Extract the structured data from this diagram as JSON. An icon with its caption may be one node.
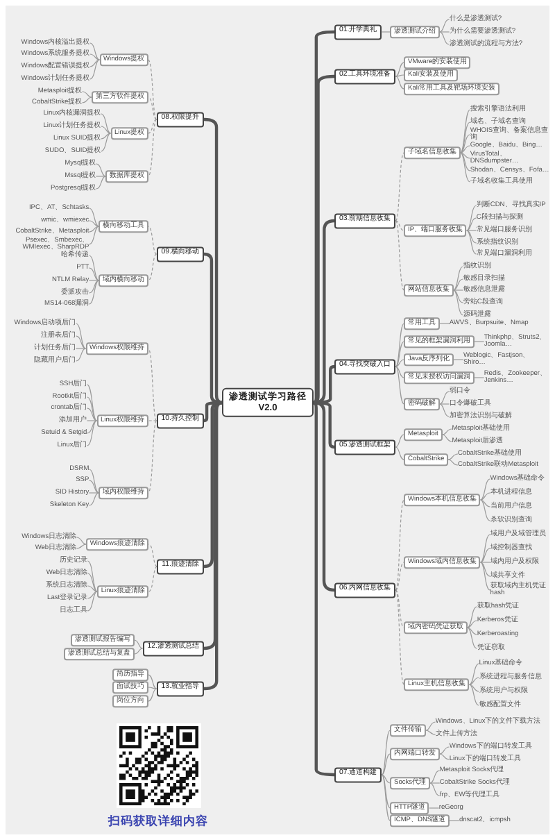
{
  "diagram": {
    "nodes": [
      {
        "text": [
          "渗透测试学习路径",
          "V2.0"
        ]
      },
      {
        "text": [
          "01.开学典礼"
        ]
      },
      {
        "text": [
          "渗透测试介绍"
        ]
      },
      {
        "text": [
          "什么是渗透测试?"
        ]
      },
      {
        "text": [
          "为什么需要渗透测试?"
        ]
      },
      {
        "text": [
          "渗透测试的流程与方法?"
        ]
      },
      {
        "text": [
          "02.工具环境准备"
        ]
      },
      {
        "text": [
          "VMware的安装使用"
        ]
      },
      {
        "text": [
          "Kali安装及使用"
        ]
      },
      {
        "text": [
          "Kali常用工具及靶场环境安装"
        ]
      },
      {
        "text": [
          "03.前期信息收集"
        ]
      },
      {
        "text": [
          "子域名信息收集"
        ]
      },
      {
        "text": [
          "搜索引擎语法利用"
        ]
      },
      {
        "text": [
          "域名、子域名查询"
        ]
      },
      {
        "text": [
          "WHOIS查询、备案信息查询"
        ]
      },
      {
        "text": [
          "Google、Baidu、Bing…"
        ]
      },
      {
        "text": [
          "VirusTotal、DNSdumpster…"
        ]
      },
      {
        "text": [
          "Shodan、Censys、Fofa…"
        ]
      },
      {
        "text": [
          "子域名收集工具使用"
        ]
      },
      {
        "text": [
          "IP、端口服务收集"
        ]
      },
      {
        "text": [
          "判断CDN、寻找真实IP"
        ]
      },
      {
        "text": [
          "C段扫描与探测"
        ]
      },
      {
        "text": [
          "常见端口服务识别"
        ]
      },
      {
        "text": [
          "系统指纹识别"
        ]
      },
      {
        "text": [
          "常见端口漏洞利用"
        ]
      },
      {
        "text": [
          "网站信息收集"
        ]
      },
      {
        "text": [
          "指纹识别"
        ]
      },
      {
        "text": [
          "敏感目录扫描"
        ]
      },
      {
        "text": [
          "敏感信息泄露"
        ]
      },
      {
        "text": [
          "旁站C段查询"
        ]
      },
      {
        "text": [
          "源码泄露"
        ]
      },
      {
        "text": [
          "04.寻找突破入口"
        ]
      },
      {
        "text": [
          "常用工具"
        ]
      },
      {
        "text": [
          "AWVS、Burpsuite、Nmap"
        ]
      },
      {
        "text": [
          "常见的框架漏洞利用"
        ]
      },
      {
        "text": [
          "Thinkphp、Struts2、Joomla…"
        ]
      },
      {
        "text": [
          "Java反序列化"
        ]
      },
      {
        "text": [
          "Weblogic、Fastjson、Shiro…"
        ]
      },
      {
        "text": [
          "常见未授权访问漏洞"
        ]
      },
      {
        "text": [
          "Redis、Zookeeper、Jenkins…"
        ]
      },
      {
        "text": [
          "密码破解"
        ]
      },
      {
        "text": [
          "弱口令"
        ]
      },
      {
        "text": [
          "口令爆破工具"
        ]
      },
      {
        "text": [
          "加密算法识别与破解"
        ]
      },
      {
        "text": [
          "05.渗透测试框架"
        ]
      },
      {
        "text": [
          "Metasploit"
        ]
      },
      {
        "text": [
          "Metasploit基础使用"
        ]
      },
      {
        "text": [
          "Metasploit后渗透"
        ]
      },
      {
        "text": [
          "CobaltStrike"
        ]
      },
      {
        "text": [
          "CobaltStrike基础使用"
        ]
      },
      {
        "text": [
          "CobaltStrike联动Metasploit"
        ]
      },
      {
        "text": [
          "06.内网信息收集"
        ]
      },
      {
        "text": [
          "Windows本机信息收集"
        ]
      },
      {
        "text": [
          "Windows基础命令"
        ]
      },
      {
        "text": [
          "本机进程信息"
        ]
      },
      {
        "text": [
          "当前用户信息"
        ]
      },
      {
        "text": [
          "杀软识别查询"
        ]
      },
      {
        "text": [
          "Windows域内信息收集"
        ]
      },
      {
        "text": [
          "域用户及域管理员"
        ]
      },
      {
        "text": [
          "域控制器查找"
        ]
      },
      {
        "text": [
          "域内用户及权限"
        ]
      },
      {
        "text": [
          "域共享文件"
        ]
      },
      {
        "text": [
          "获取域内主机凭证hash"
        ]
      },
      {
        "text": [
          "域内密码凭证获取"
        ]
      },
      {
        "text": [
          "获取hash凭证"
        ]
      },
      {
        "text": [
          "Kerberos凭证"
        ]
      },
      {
        "text": [
          "Kerberoasting"
        ]
      },
      {
        "text": [
          "凭证窃取"
        ]
      },
      {
        "text": [
          "Linux主机信息收集"
        ]
      },
      {
        "text": [
          "Linux基础命令"
        ]
      },
      {
        "text": [
          "系统进程与服务信息"
        ]
      },
      {
        "text": [
          "系统用户与权限"
        ]
      },
      {
        "text": [
          "敏感配置文件"
        ]
      },
      {
        "text": [
          "07.通道构建"
        ]
      },
      {
        "text": [
          "文件传输"
        ]
      },
      {
        "text": [
          "Windows、Linux下的文件下载方法"
        ]
      },
      {
        "text": [
          "文件上传方法"
        ]
      },
      {
        "text": [
          "内网端口转发"
        ]
      },
      {
        "text": [
          "Windows下的端口转发工具"
        ]
      },
      {
        "text": [
          "Linux下的端口转发工具"
        ]
      },
      {
        "text": [
          "Socks代理"
        ]
      },
      {
        "text": [
          "Metasploit Socks代理"
        ]
      },
      {
        "text": [
          "CobaltStrike Socks代理"
        ]
      },
      {
        "text": [
          "frp、EW等代理工具"
        ]
      },
      {
        "text": [
          "HTTP隧道"
        ]
      },
      {
        "text": [
          "reGeorg"
        ]
      },
      {
        "text": [
          "ICMP、DNS隧道"
        ]
      },
      {
        "text": [
          "dnscat2、icmpsh"
        ]
      },
      {
        "text": [
          "08.权限提升"
        ]
      },
      {
        "text": [
          "Windows提权"
        ]
      },
      {
        "text": [
          "Windows内核溢出提权"
        ]
      },
      {
        "text": [
          "Windows系统服务提权"
        ]
      },
      {
        "text": [
          "Windows配置错误提权"
        ]
      },
      {
        "text": [
          "Windows计划任务提权"
        ]
      },
      {
        "text": [
          "第三方软件提权"
        ]
      },
      {
        "text": [
          "Metasploit提权"
        ]
      },
      {
        "text": [
          "CobaltStrike提权"
        ]
      },
      {
        "text": [
          "Linux提权"
        ]
      },
      {
        "text": [
          "Linux内核漏洞提权"
        ]
      },
      {
        "text": [
          "Linux计划任务提权"
        ]
      },
      {
        "text": [
          "Linux SUID提权"
        ]
      },
      {
        "text": [
          "SUDO、SUID提权"
        ]
      },
      {
        "text": [
          "数据库提权"
        ]
      },
      {
        "text": [
          "Mysql提权"
        ]
      },
      {
        "text": [
          "Mssql提权"
        ]
      },
      {
        "text": [
          "Postgresql提权"
        ]
      },
      {
        "text": [
          "09.横向移动"
        ]
      },
      {
        "text": [
          "横向移动工具"
        ]
      },
      {
        "text": [
          "IPC、AT、Schtasks"
        ]
      },
      {
        "text": [
          "wmic、wmiexec"
        ]
      },
      {
        "text": [
          "CobaltStrike、Metasploit"
        ]
      },
      {
        "text": [
          "Psexec、Smbexec、WMIexec、SharpRDP"
        ]
      },
      {
        "text": [
          "域内横向移动"
        ]
      },
      {
        "text": [
          "哈希传递"
        ]
      },
      {
        "text": [
          "PTT"
        ]
      },
      {
        "text": [
          "NTLM Relay"
        ]
      },
      {
        "text": [
          "委派攻击"
        ]
      },
      {
        "text": [
          "MS14-068漏洞"
        ]
      },
      {
        "text": [
          "10.持久控制"
        ]
      },
      {
        "text": [
          "Windows权限维持"
        ]
      },
      {
        "text": [
          "Windows启动项后门"
        ]
      },
      {
        "text": [
          "注册表后门"
        ]
      },
      {
        "text": [
          "计划任务后门"
        ]
      },
      {
        "text": [
          "隐藏用户后门"
        ]
      },
      {
        "text": [
          "Linux权限维持"
        ]
      },
      {
        "text": [
          "SSH后门"
        ]
      },
      {
        "text": [
          "Rootkit后门"
        ]
      },
      {
        "text": [
          "crontab后门"
        ]
      },
      {
        "text": [
          "添加用户"
        ]
      },
      {
        "text": [
          "Setuid & Setgid"
        ]
      },
      {
        "text": [
          "Linux后门"
        ]
      },
      {
        "text": [
          "域内权限维持"
        ]
      },
      {
        "text": [
          "DSRM"
        ]
      },
      {
        "text": [
          "SSP"
        ]
      },
      {
        "text": [
          "SID History"
        ]
      },
      {
        "text": [
          "Skeleton Key"
        ]
      },
      {
        "text": [
          "11.痕迹清除"
        ]
      },
      {
        "text": [
          "Windows痕迹清除"
        ]
      },
      {
        "text": [
          "Windows日志清除"
        ]
      },
      {
        "text": [
          "Web日志清除"
        ]
      },
      {
        "text": [
          "Linux痕迹清除"
        ]
      },
      {
        "text": [
          "历史记录"
        ]
      },
      {
        "text": [
          "Web日志清除"
        ]
      },
      {
        "text": [
          "系统日志清除"
        ]
      },
      {
        "text": [
          "Last登录记录"
        ]
      },
      {
        "text": [
          "日志工具"
        ]
      },
      {
        "text": [
          "12.渗透测试总结"
        ]
      },
      {
        "text": [
          "渗透测试报告编写"
        ]
      },
      {
        "text": [
          "渗透测试总结与复盘"
        ]
      },
      {
        "text": [
          "13.就业指导"
        ]
      },
      {
        "text": [
          "简历指导"
        ]
      },
      {
        "text": [
          "面试技巧"
        ]
      },
      {
        "text": [
          "岗位方向"
        ]
      }
    ],
    "edges": [
      {
        "from": 0,
        "to": 1,
        "arrow": "none",
        "style": "thick",
        "color": "#555555"
      },
      {
        "from": 0,
        "to": 6,
        "arrow": "none",
        "style": "thick",
        "color": "#555555"
      },
      {
        "from": 0,
        "to": 10,
        "arrow": "none",
        "style": "thick",
        "color": "#555555"
      },
      {
        "from": 0,
        "to": 31,
        "arrow": "none",
        "style": "thick",
        "color": "#555555"
      },
      {
        "from": 0,
        "to": 44,
        "arrow": "none",
        "style": "thick",
        "color": "#555555"
      },
      {
        "from": 0,
        "to": 51,
        "arrow": "none",
        "style": "thick",
        "color": "#555555"
      },
      {
        "from": 0,
        "to": 73,
        "arrow": "none",
        "style": "thick",
        "color": "#555555"
      },
      {
        "from": 0,
        "to": 88,
        "arrow": "none",
        "style": "thick",
        "color": "#555555"
      },
      {
        "from": 0,
        "to": 106,
        "arrow": "none",
        "style": "thick",
        "color": "#555555"
      },
      {
        "from": 0,
        "to": 118,
        "arrow": "none",
        "style": "thick",
        "color": "#555555"
      },
      {
        "from": 0,
        "to": 136,
        "arrow": "none",
        "style": "thick",
        "color": "#555555"
      },
      {
        "from": 0,
        "to": 146,
        "arrow": "none",
        "style": "thick",
        "color": "#555555"
      },
      {
        "from": 0,
        "to": 149,
        "arrow": "none",
        "style": "thick",
        "color": "#555555"
      },
      {
        "from": 1,
        "to": 2,
        "arrow": "none"
      },
      {
        "from": 2,
        "to": 3,
        "arrow": "none"
      },
      {
        "from": 2,
        "to": 4,
        "arrow": "none"
      },
      {
        "from": 2,
        "to": 5,
        "arrow": "none"
      },
      {
        "from": 6,
        "to": 7,
        "arrow": "none"
      },
      {
        "from": 6,
        "to": 8,
        "arrow": "none"
      },
      {
        "from": 6,
        "to": 9,
        "arrow": "none"
      },
      {
        "from": 10,
        "to": 11,
        "arrow": "none",
        "style": "dashed"
      },
      {
        "from": 10,
        "to": 19,
        "arrow": "none",
        "style": "dashed"
      },
      {
        "from": 10,
        "to": 25,
        "arrow": "none",
        "style": "dashed"
      },
      {
        "from": 11,
        "to": 12,
        "arrow": "none"
      },
      {
        "from": 11,
        "to": 13,
        "arrow": "none"
      },
      {
        "from": 11,
        "to": 14,
        "arrow": "none"
      },
      {
        "from": 11,
        "to": 15,
        "arrow": "none"
      },
      {
        "from": 11,
        "to": 16,
        "arrow": "none"
      },
      {
        "from": 11,
        "to": 17,
        "arrow": "none"
      },
      {
        "from": 11,
        "to": 18,
        "arrow": "none"
      },
      {
        "from": 19,
        "to": 20,
        "arrow": "none"
      },
      {
        "from": 19,
        "to": 21,
        "arrow": "none"
      },
      {
        "from": 19,
        "to": 22,
        "arrow": "none"
      },
      {
        "from": 19,
        "to": 23,
        "arrow": "none"
      },
      {
        "from": 19,
        "to": 24,
        "arrow": "none"
      },
      {
        "from": 25,
        "to": 26,
        "arrow": "none"
      },
      {
        "from": 25,
        "to": 27,
        "arrow": "none"
      },
      {
        "from": 25,
        "to": 28,
        "arrow": "none"
      },
      {
        "from": 25,
        "to": 29,
        "arrow": "none"
      },
      {
        "from": 25,
        "to": 30,
        "arrow": "none"
      },
      {
        "from": 31,
        "to": 32,
        "arrow": "none"
      },
      {
        "from": 31,
        "to": 34,
        "arrow": "none"
      },
      {
        "from": 31,
        "to": 36,
        "arrow": "none"
      },
      {
        "from": 31,
        "to": 38,
        "arrow": "none"
      },
      {
        "from": 31,
        "to": 40,
        "arrow": "none"
      },
      {
        "from": 32,
        "to": 33,
        "arrow": "none"
      },
      {
        "from": 34,
        "to": 35,
        "arrow": "none"
      },
      {
        "from": 36,
        "to": 37,
        "arrow": "none"
      },
      {
        "from": 38,
        "to": 39,
        "arrow": "none"
      },
      {
        "from": 40,
        "to": 41,
        "arrow": "none"
      },
      {
        "from": 40,
        "to": 42,
        "arrow": "none"
      },
      {
        "from": 40,
        "to": 43,
        "arrow": "none"
      },
      {
        "from": 44,
        "to": 45,
        "arrow": "none"
      },
      {
        "from": 44,
        "to": 48,
        "arrow": "none"
      },
      {
        "from": 45,
        "to": 46,
        "arrow": "none"
      },
      {
        "from": 45,
        "to": 47,
        "arrow": "none"
      },
      {
        "from": 48,
        "to": 49,
        "arrow": "none"
      },
      {
        "from": 48,
        "to": 50,
        "arrow": "none"
      },
      {
        "from": 51,
        "to": 52,
        "arrow": "none",
        "style": "dashed"
      },
      {
        "from": 51,
        "to": 57,
        "arrow": "none",
        "style": "dashed"
      },
      {
        "from": 51,
        "to": 63,
        "arrow": "none",
        "style": "dashed"
      },
      {
        "from": 51,
        "to": 68,
        "arrow": "none",
        "style": "dashed"
      },
      {
        "from": 52,
        "to": 53,
        "arrow": "none"
      },
      {
        "from": 52,
        "to": 54,
        "arrow": "none"
      },
      {
        "from": 52,
        "to": 55,
        "arrow": "none"
      },
      {
        "from": 52,
        "to": 56,
        "arrow": "none"
      },
      {
        "from": 57,
        "to": 58,
        "arrow": "none"
      },
      {
        "from": 57,
        "to": 59,
        "arrow": "none"
      },
      {
        "from": 57,
        "to": 60,
        "arrow": "none"
      },
      {
        "from": 57,
        "to": 61,
        "arrow": "none"
      },
      {
        "from": 57,
        "to": 62,
        "arrow": "none"
      },
      {
        "from": 63,
        "to": 64,
        "arrow": "none"
      },
      {
        "from": 63,
        "to": 65,
        "arrow": "none"
      },
      {
        "from": 63,
        "to": 66,
        "arrow": "none"
      },
      {
        "from": 63,
        "to": 67,
        "arrow": "none"
      },
      {
        "from": 68,
        "to": 69,
        "arrow": "none"
      },
      {
        "from": 68,
        "to": 70,
        "arrow": "none"
      },
      {
        "from": 68,
        "to": 71,
        "arrow": "none"
      },
      {
        "from": 68,
        "to": 72,
        "arrow": "none"
      },
      {
        "from": 73,
        "to": 74,
        "arrow": "none"
      },
      {
        "from": 73,
        "to": 77,
        "arrow": "none"
      },
      {
        "from": 73,
        "to": 80,
        "arrow": "none"
      },
      {
        "from": 73,
        "to": 84,
        "arrow": "none"
      },
      {
        "from": 73,
        "to": 86,
        "arrow": "none"
      },
      {
        "from": 74,
        "to": 75,
        "arrow": "none"
      },
      {
        "from": 74,
        "to": 76,
        "arrow": "none"
      },
      {
        "from": 77,
        "to": 78,
        "arrow": "none"
      },
      {
        "from": 77,
        "to": 79,
        "arrow": "none"
      },
      {
        "from": 80,
        "to": 81,
        "arrow": "none"
      },
      {
        "from": 80,
        "to": 82,
        "arrow": "none"
      },
      {
        "from": 80,
        "to": 83,
        "arrow": "none"
      },
      {
        "from": 84,
        "to": 85,
        "arrow": "none"
      },
      {
        "from": 86,
        "to": 87,
        "arrow": "none"
      },
      {
        "from": 88,
        "to": 89,
        "arrow": "none",
        "style": "dashed"
      },
      {
        "from": 88,
        "to": 94,
        "arrow": "none",
        "style": "dashed"
      },
      {
        "from": 88,
        "to": 97,
        "arrow": "none",
        "style": "dashed"
      },
      {
        "from": 88,
        "to": 102,
        "arrow": "none",
        "style": "dashed"
      },
      {
        "from": 89,
        "to": 90,
        "arrow": "none"
      },
      {
        "from": 89,
        "to": 91,
        "arrow": "none"
      },
      {
        "from": 89,
        "to": 92,
        "arrow": "none"
      },
      {
        "from": 89,
        "to": 93,
        "arrow": "none"
      },
      {
        "from": 94,
        "to": 95,
        "arrow": "none"
      },
      {
        "from": 94,
        "to": 96,
        "arrow": "none"
      },
      {
        "from": 97,
        "to": 98,
        "arrow": "none"
      },
      {
        "from": 97,
        "to": 99,
        "arrow": "none"
      },
      {
        "from": 97,
        "to": 100,
        "arrow": "none"
      },
      {
        "from": 97,
        "to": 101,
        "arrow": "none"
      },
      {
        "from": 102,
        "to": 103,
        "arrow": "none"
      },
      {
        "from": 102,
        "to": 104,
        "arrow": "none"
      },
      {
        "from": 102,
        "to": 105,
        "arrow": "none"
      },
      {
        "from": 106,
        "to": 107,
        "arrow": "none",
        "style": "dashed"
      },
      {
        "from": 106,
        "to": 112,
        "arrow": "none",
        "style": "dashed"
      },
      {
        "from": 107,
        "to": 108,
        "arrow": "none"
      },
      {
        "from": 107,
        "to": 109,
        "arrow": "none"
      },
      {
        "from": 107,
        "to": 110,
        "arrow": "none"
      },
      {
        "from": 107,
        "to": 111,
        "arrow": "none"
      },
      {
        "from": 112,
        "to": 113,
        "arrow": "none"
      },
      {
        "from": 112,
        "to": 114,
        "arrow": "none"
      },
      {
        "from": 112,
        "to": 115,
        "arrow": "none"
      },
      {
        "from": 112,
        "to": 116,
        "arrow": "none"
      },
      {
        "from": 112,
        "to": 117,
        "arrow": "none"
      },
      {
        "from": 118,
        "to": 119,
        "arrow": "none",
        "style": "dashed"
      },
      {
        "from": 118,
        "to": 124,
        "arrow": "none",
        "style": "dashed"
      },
      {
        "from": 118,
        "to": 131,
        "arrow": "none",
        "style": "dashed"
      },
      {
        "from": 119,
        "to": 120,
        "arrow": "none"
      },
      {
        "from": 119,
        "to": 121,
        "arrow": "none"
      },
      {
        "from": 119,
        "to": 122,
        "arrow": "none"
      },
      {
        "from": 119,
        "to": 123,
        "arrow": "none"
      },
      {
        "from": 124,
        "to": 125,
        "arrow": "none"
      },
      {
        "from": 124,
        "to": 126,
        "arrow": "none"
      },
      {
        "from": 124,
        "to": 127,
        "arrow": "none"
      },
      {
        "from": 124,
        "to": 128,
        "arrow": "none"
      },
      {
        "from": 124,
        "to": 129,
        "arrow": "none"
      },
      {
        "from": 124,
        "to": 130,
        "arrow": "none"
      },
      {
        "from": 131,
        "to": 132,
        "arrow": "none"
      },
      {
        "from": 131,
        "to": 133,
        "arrow": "none"
      },
      {
        "from": 131,
        "to": 134,
        "arrow": "none"
      },
      {
        "from": 131,
        "to": 135,
        "arrow": "none"
      },
      {
        "from": 136,
        "to": 137,
        "arrow": "none",
        "style": "dashed"
      },
      {
        "from": 136,
        "to": 140,
        "arrow": "none",
        "style": "dashed"
      },
      {
        "from": 137,
        "to": 138,
        "arrow": "none"
      },
      {
        "from": 137,
        "to": 139,
        "arrow": "none"
      },
      {
        "from": 140,
        "to": 141,
        "arrow": "none"
      },
      {
        "from": 140,
        "to": 142,
        "arrow": "none"
      },
      {
        "from": 140,
        "to": 143,
        "arrow": "none"
      },
      {
        "from": 140,
        "to": 144,
        "arrow": "none"
      },
      {
        "from": 140,
        "to": 145,
        "arrow": "none"
      },
      {
        "from": 146,
        "to": 147,
        "arrow": "none"
      },
      {
        "from": 146,
        "to": 148,
        "arrow": "none"
      },
      {
        "from": 149,
        "to": 150,
        "arrow": "none"
      },
      {
        "from": 149,
        "to": 151,
        "arrow": "none"
      },
      {
        "from": 149,
        "to": 152,
        "arrow": "none"
      }
    ],
    "labels": [
      "扫码获取详细内容"
    ]
  }
}
